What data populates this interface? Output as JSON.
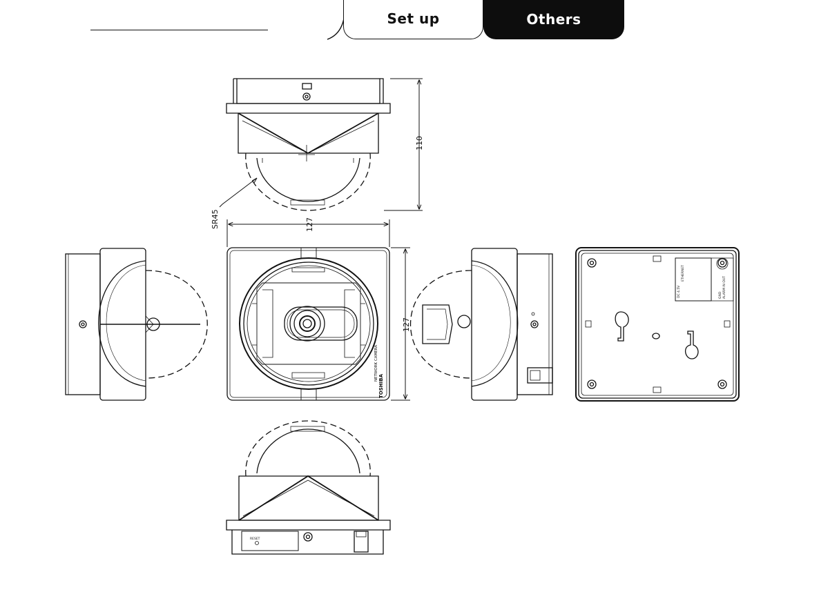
{
  "header": {
    "tabs": [
      {
        "label": "Set up",
        "active": false
      },
      {
        "label": "Others",
        "active": true
      }
    ]
  },
  "drawing": {
    "dimensions": {
      "height": "110",
      "width_top": "127",
      "height_front": "127",
      "dome_radius": "SR45"
    },
    "labels": {
      "brand": "TOSHIBA",
      "product": "NETWORK CAMERA",
      "reset": "RESET",
      "ethernet": "ETHERNET",
      "dc": "DC 4.5V",
      "alarm": "ALARM IN OUT",
      "gnd": "GND"
    }
  }
}
